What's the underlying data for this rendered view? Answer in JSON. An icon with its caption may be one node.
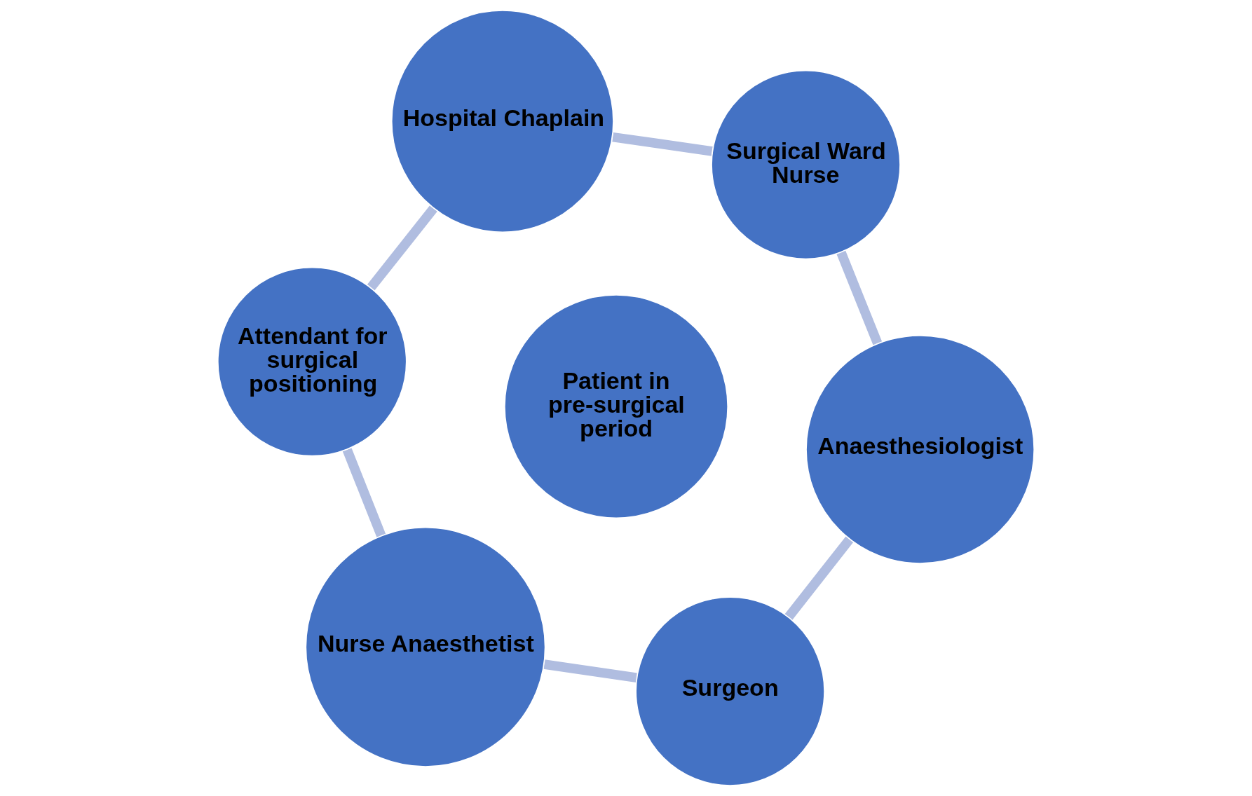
{
  "diagram": {
    "nodes": [
      {
        "text": [
          "Patient in pre-surgical period"
        ]
      },
      {
        "text": [
          "Surgeon"
        ]
      },
      {
        "text": [
          "Anaesthesiologist"
        ]
      },
      {
        "text": [
          "Surgical Ward Nurse"
        ]
      },
      {
        "text": [
          "Hospital Chaplain"
        ]
      },
      {
        "text": [
          "Attendant for surgical positioning"
        ]
      },
      {
        "text": [
          "Nurse Anaesthetist"
        ]
      }
    ],
    "edges": [
      {
        "from": 1,
        "to": 2,
        "arrow": "none"
      },
      {
        "from": 2,
        "to": 3,
        "arrow": "none"
      },
      {
        "from": 3,
        "to": 4,
        "arrow": "none"
      },
      {
        "from": 4,
        "to": 5,
        "arrow": "none"
      },
      {
        "from": 5,
        "to": 6,
        "arrow": "none"
      },
      {
        "from": 6,
        "to": 1,
        "arrow": "none"
      }
    ]
  }
}
